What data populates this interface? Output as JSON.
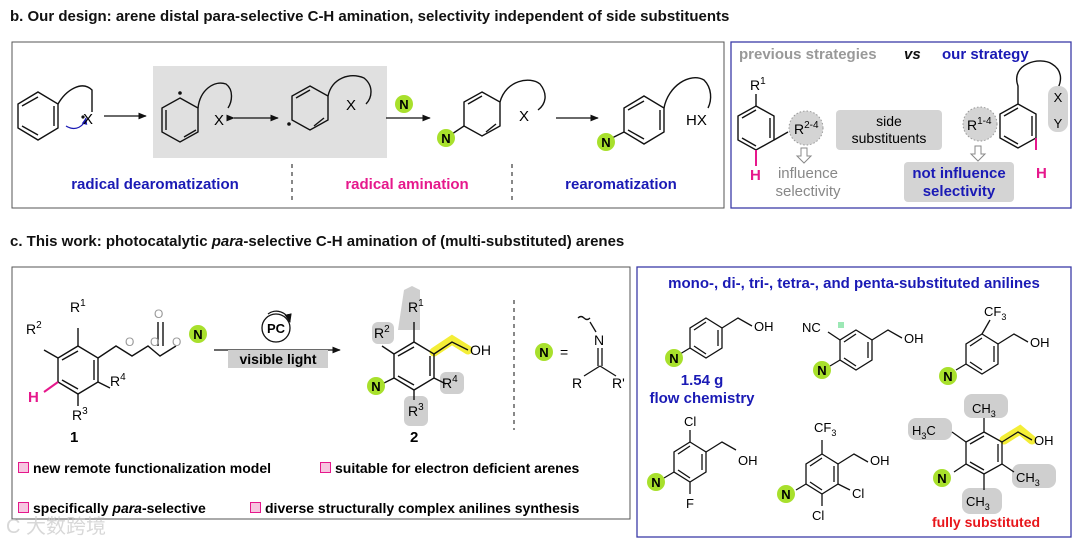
{
  "section_b": {
    "header": "b. Our design: arene distal para-selective C-H amination, selectivity independent of side substituents",
    "labels": {
      "x1": "X",
      "x2": "X",
      "x3": "X",
      "x4": "X",
      "hx": "HX",
      "n_reagent": "N",
      "n_prod1": "N",
      "n_prod2": "N",
      "stage1": "radical dearomatization",
      "stage2": "radical amination",
      "stage3": "rearomatization"
    },
    "comparison": {
      "prev": "previous strategies",
      "vs": "vs",
      "ours": "our strategy",
      "r1": "R",
      "r1_sup": "1",
      "r24": "R",
      "r24_sup": "2-4",
      "h_left": "H",
      "influence1": "influence",
      "influence2": "selectivity",
      "side1": "side",
      "side2": "substituents",
      "r14": "R",
      "r14_sup": "1-4",
      "xy_x": "X",
      "xy_y": "Y",
      "h_right": "H",
      "notinf1": "not influence",
      "notinf2": "selectivity"
    }
  },
  "section_c": {
    "header_pre": "c. This work: photocatalytic ",
    "header_em": "para",
    "header_post": "-selective C-H amination of (multi-substituted) arenes",
    "reaction": {
      "r1": "R",
      "r1_sup": "1",
      "r2": "R",
      "r2_sup": "2",
      "r3": "R",
      "r3_sup": "3",
      "r4": "R",
      "r4_sup": "4",
      "h": "H",
      "o1": "O",
      "o2": "O",
      "o3": "O",
      "o4": "O",
      "n_sm": "N",
      "pc": "PC",
      "light": "visible light",
      "p_r1": "R",
      "p_r1_sup": "1",
      "p_r2": "R",
      "p_r2_sup": "2",
      "p_r3": "R",
      "p_r3_sup": "3",
      "p_r4": "R",
      "p_r4_sup": "4",
      "p_oh": "OH",
      "p_n": "N",
      "cmpd1": "1",
      "cmpd2": "2",
      "def_n": "N",
      "eq": "=",
      "def_n2": "N",
      "def_r": "R",
      "def_rp": "R'"
    },
    "features": [
      {
        "text": "new remote functionalization model"
      },
      {
        "text": "suitable for electron deficient arenes"
      },
      {
        "pre": "specifically ",
        "em": "para",
        "post": "-selective"
      },
      {
        "text": "diverse structurally complex anilines synthesis"
      }
    ],
    "scope": {
      "title": "mono-, di-, tri-, tetra-, and penta-substituted anilines",
      "oh": "OH",
      "n": "N",
      "nc": "NC",
      "cf3": "CF",
      "cf3_sub": "3",
      "cl": "Cl",
      "f": "F",
      "ch3": "CH",
      "ch3_sub": "3",
      "h3c": "H",
      "h3c_sub": "3",
      "h3c_c": "C",
      "scale1": "1.54 g",
      "scale2": "flow chemistry",
      "fully": "fully substituted"
    }
  },
  "colors": {
    "blue": "#1a1ab5",
    "magenta": "#e6188c",
    "red": "#e8161b",
    "green": "#a8e02c",
    "yellow": "#f4ee37",
    "gray": "#d4d4d4",
    "frame_blue": "#3b3ba8"
  },
  "watermark": "C 大数跨境"
}
